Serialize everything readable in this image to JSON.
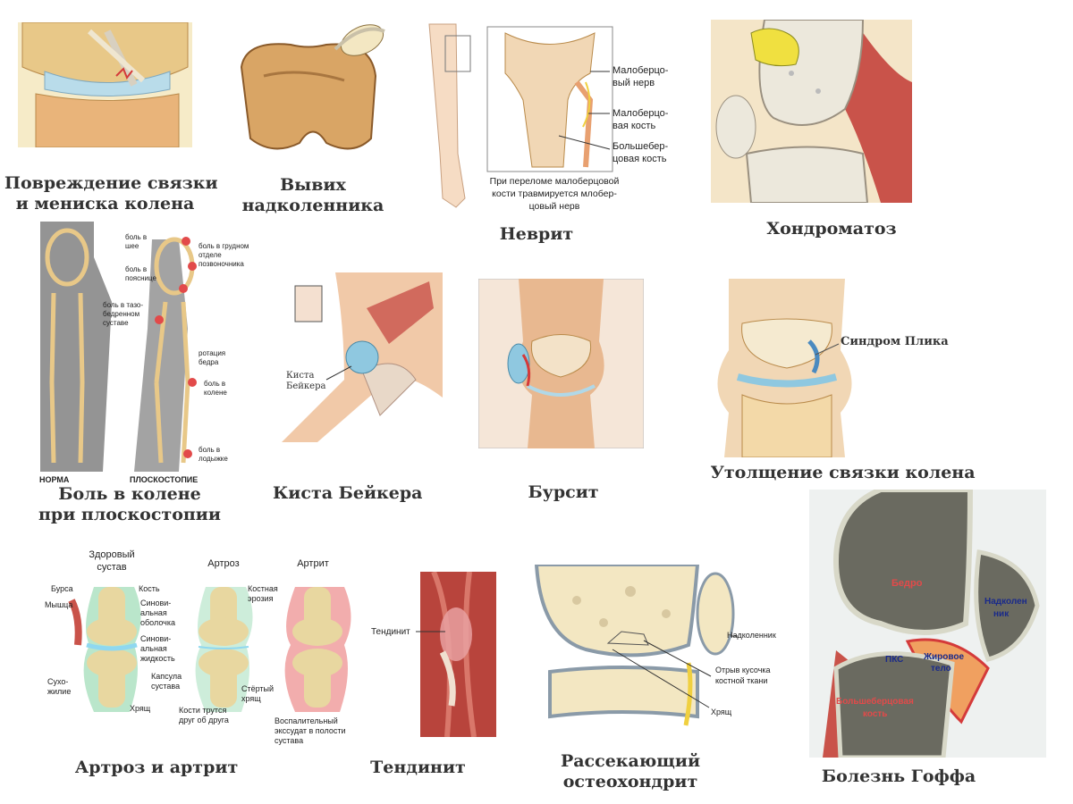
{
  "captions": {
    "ligament_meniscus": [
      "Повреждение связки",
      "и мениска колена"
    ],
    "patella_dislocation": [
      "Вывих",
      "надколенника"
    ],
    "neuritis": "Неврит",
    "chondromatosis": "Хондроматоз",
    "flatfoot_pain": [
      "Боль в колене",
      "при плоскостопии"
    ],
    "baker_cyst": "Киста Бейкера",
    "bursitis": "Бурсит",
    "plica_thickening": "Утолщение связки колена",
    "arthrosis_arthritis": "Артроз и артрит",
    "tendinitis": "Тендинит",
    "osteochondritis": [
      "Рассекающий",
      "остеохондрит"
    ],
    "goffa": "Болезнь Гоффа"
  },
  "neuritis_labels": {
    "peroneal_nerve": [
      "Малоберцо-",
      "вый нерв"
    ],
    "fibula": [
      "Малоберцо-",
      "вая кость"
    ],
    "tibia": [
      "Большебер-",
      "цовая кость"
    ],
    "note": [
      "При переломе малоберцовой",
      "кости травмируется млобер-",
      "цовый нерв"
    ]
  },
  "flatfoot_labels": {
    "neck": [
      "боль в",
      "шее"
    ],
    "thoracic": [
      "боль в грудном",
      "отделе",
      "позвоночника"
    ],
    "lumbar": [
      "боль в",
      "пояснице"
    ],
    "hip": [
      "боль в тазо-",
      "бедренном",
      "суставе"
    ],
    "rotation": [
      "ротация",
      "бедра"
    ],
    "knee": [
      "боль в",
      "колене"
    ],
    "ankle": [
      "боль в",
      "лодыжке"
    ],
    "normal": "НОРМА",
    "flatfoot": "ПЛОСКОСТОПИЕ"
  },
  "baker_labels": [
    "Киста",
    "Бейкера"
  ],
  "plica_label": "Синдром Плика",
  "arthro_labels": {
    "healthy": [
      "Здоровый",
      "сустав"
    ],
    "arthrosis": "Артроз",
    "arthritis": "Артрит",
    "bursa": "Бурса",
    "muscle": "Мышца",
    "bone": "Кость",
    "synovial_membrane": [
      "Синови-",
      "альная",
      "оболочка"
    ],
    "synovial_fluid": [
      "Синови-",
      "альная",
      "жидкость"
    ],
    "tendon": [
      "Сухо-",
      "жилие"
    ],
    "capsule": [
      "Капсула",
      "сустава"
    ],
    "cartilage": "Хрящ",
    "rubbing": [
      "Кости трутся",
      "друг об друга"
    ],
    "worn_cartilage": [
      "Стёртый",
      "хрящ"
    ],
    "erosion": [
      "Костная",
      "эрозия"
    ],
    "exudate": [
      "Воспалительный",
      "экссудат в полости",
      "сустава"
    ]
  },
  "tendinitis_label": "Тендинит",
  "osteo_labels": {
    "patella": "Надколенник",
    "fragment": [
      "Отрыв кусочка",
      "костной ткани"
    ],
    "cartilage": "Хрящ"
  },
  "goffa_labels": {
    "femur": "Бедро",
    "patella": [
      "Надколен",
      "ник"
    ],
    "pks": "ПКС",
    "fat_pad": [
      "Жировое",
      "тело"
    ],
    "tibia": [
      "Большеберцовая",
      "кость"
    ]
  },
  "colors": {
    "bone": "#e8c888",
    "cartilage": "#bfe4f2",
    "muscle": "#c9534a",
    "skin": "#f1c9a8",
    "inflamed": "#e24a4a",
    "synovial": "#39b86a"
  }
}
